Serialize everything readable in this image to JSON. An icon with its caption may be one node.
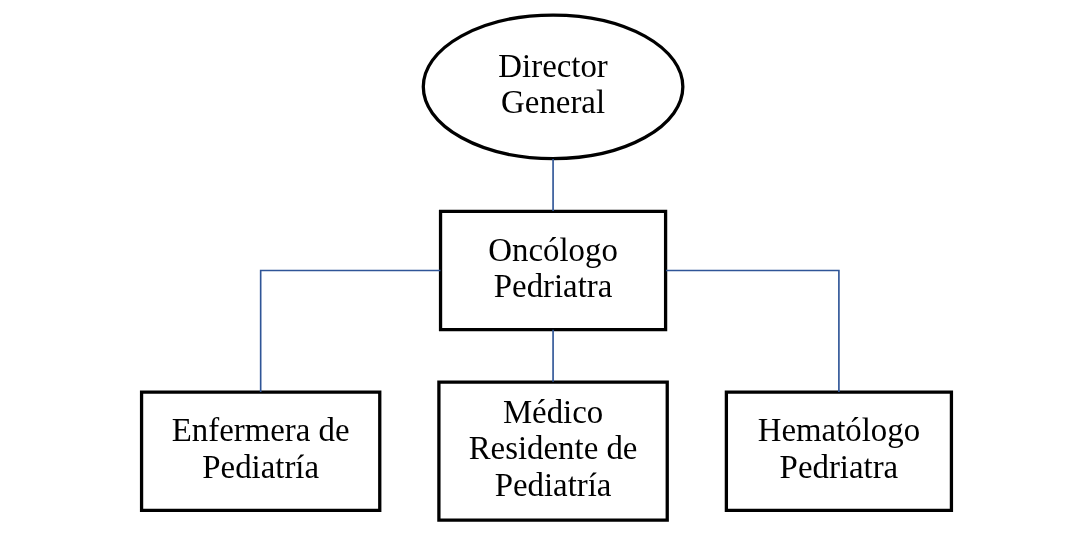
{
  "diagram": {
    "nodes": [
      {
        "text": [
          "Director General"
        ]
      },
      {
        "text": [
          "Oncólogo Pedriatra"
        ]
      },
      {
        "text": [
          "Enfermera de Pediatría"
        ]
      },
      {
        "text": [
          "Médico Residente de Pediatría"
        ]
      },
      {
        "text": [
          "Hematólogo Pedriatra"
        ]
      }
    ],
    "edges": [
      {
        "from": 0,
        "to": 1,
        "arrow": "none"
      },
      {
        "from": 1,
        "to": 2,
        "arrow": "none"
      },
      {
        "from": 1,
        "to": 3,
        "arrow": "none"
      },
      {
        "from": 1,
        "to": 4,
        "arrow": "none"
      }
    ]
  }
}
